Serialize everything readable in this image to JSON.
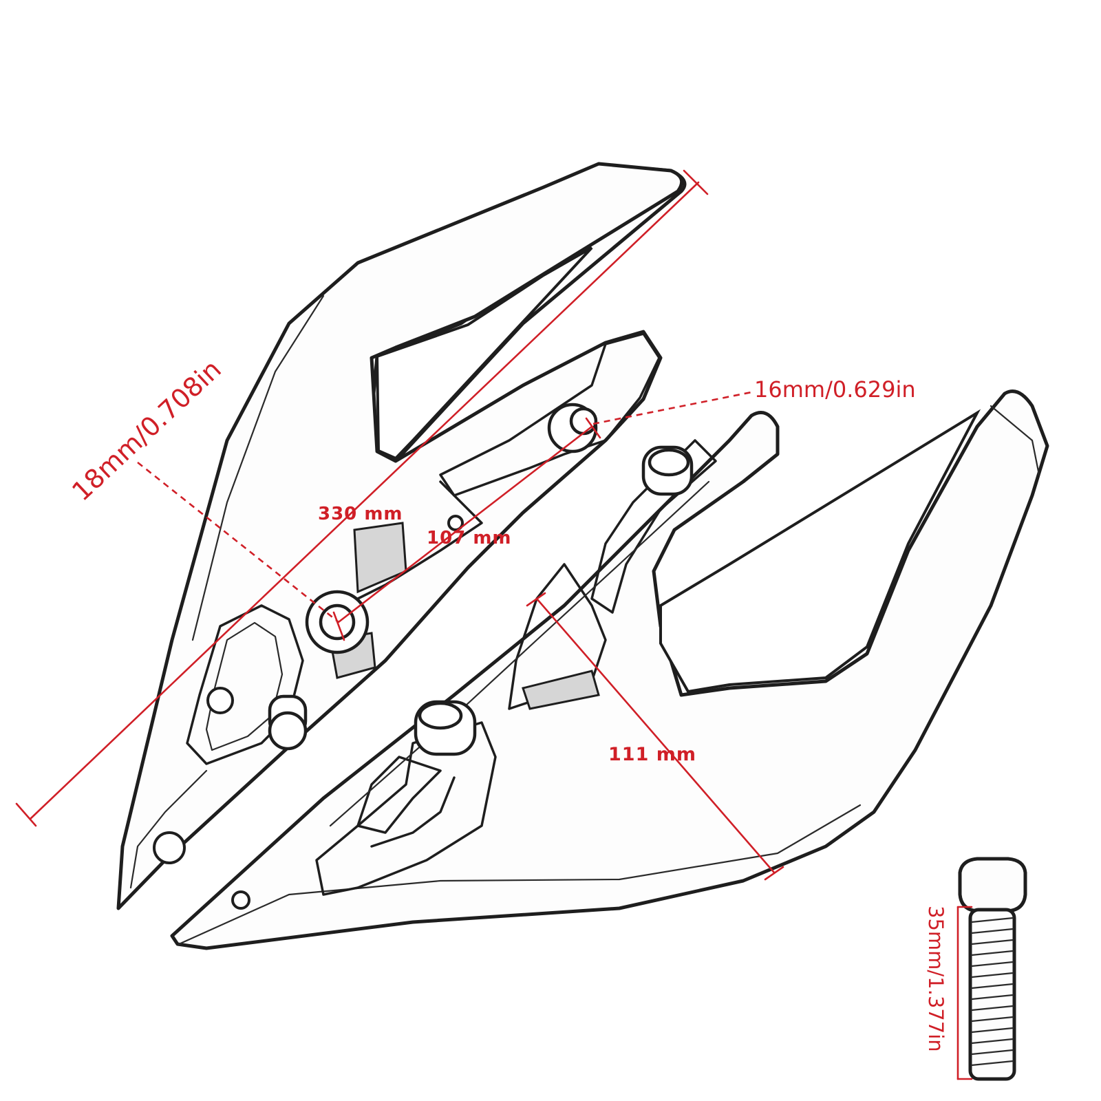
{
  "dimensions": {
    "length_total": "330 mm",
    "mount_spacing": "107 mm",
    "rail_width": "111 mm",
    "thickness": "18mm/0.708in",
    "bolt_hole": "16mm/0.629in",
    "bolt_length": "35mm/1.377in"
  },
  "colors": {
    "dimension": "#d01f27",
    "outline": "#1e1e1e",
    "background": "#ffffff"
  }
}
